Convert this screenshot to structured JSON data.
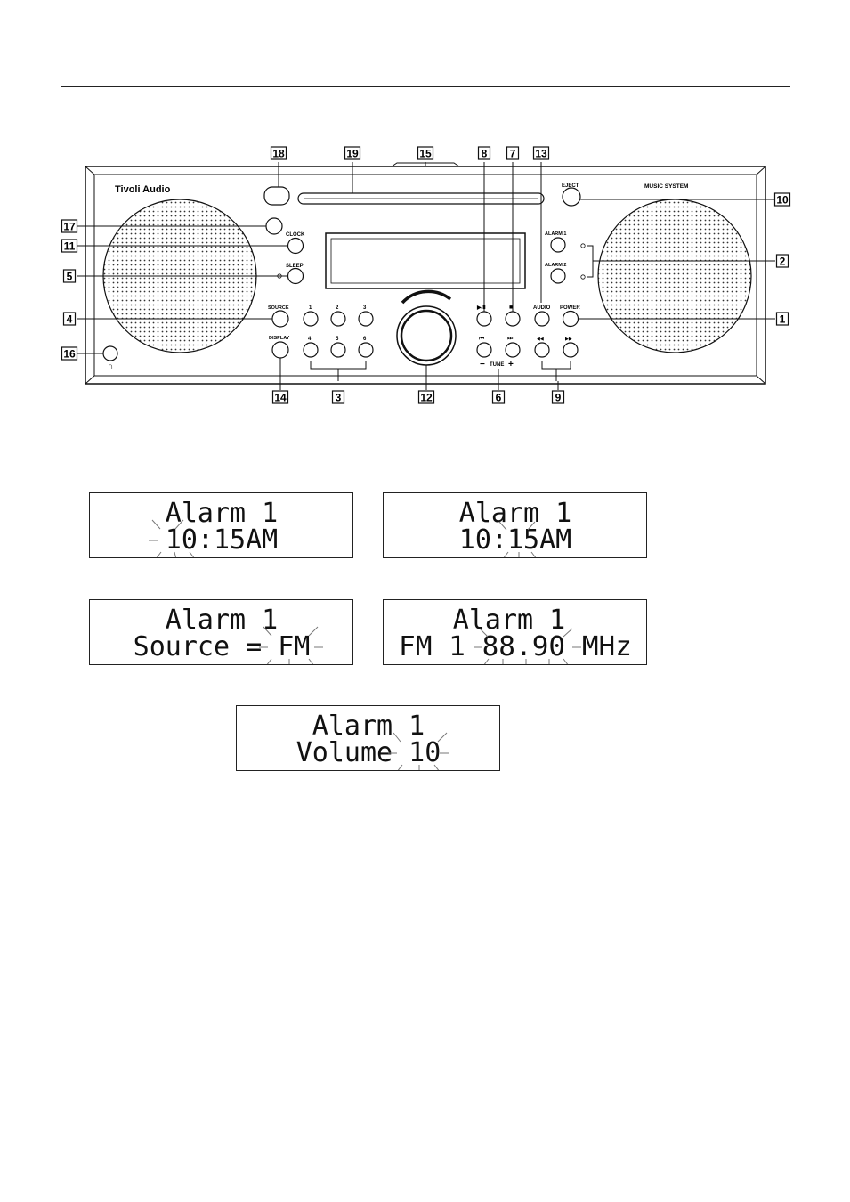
{
  "device": {
    "brand": "Tivoli Audio",
    "model_label": "MUSIC SYSTEM",
    "buttons": {
      "eject": "EJECT",
      "clock": "CLOCK",
      "sleep": "SLEEP",
      "source": "SOURCE",
      "display": "DISPLAY",
      "alarm1": "ALARM 1",
      "alarm2": "ALARM 2",
      "audio": "AUDIO",
      "power": "POWER",
      "play_pause": "▶/II",
      "stop": "■",
      "prev": "⏮",
      "next": "⏭",
      "rew": "◀◀",
      "ffw": "▶▶",
      "preset1": "1",
      "preset2": "2",
      "preset3": "3",
      "preset4": "4",
      "preset5": "5",
      "preset6": "6",
      "tune": "TUNE",
      "tune_minus": "−",
      "tune_plus": "+",
      "headphone": "∩"
    },
    "callouts": [
      "1",
      "2",
      "3",
      "4",
      "5",
      "6",
      "7",
      "8",
      "9",
      "10",
      "11",
      "12",
      "13",
      "14",
      "15",
      "16",
      "17",
      "18",
      "19"
    ]
  },
  "displays": [
    {
      "line1": "Alarm 1",
      "line2": "10:15AM"
    },
    {
      "line1": "Alarm 1",
      "line2": "10:15AM"
    },
    {
      "line1": "Alarm 1",
      "line2": "Source = FM"
    },
    {
      "line1": "Alarm 1",
      "line2": "FM 1  88.90 MHz"
    },
    {
      "line1": "Alarm 1",
      "line2": "Volume 10"
    }
  ]
}
